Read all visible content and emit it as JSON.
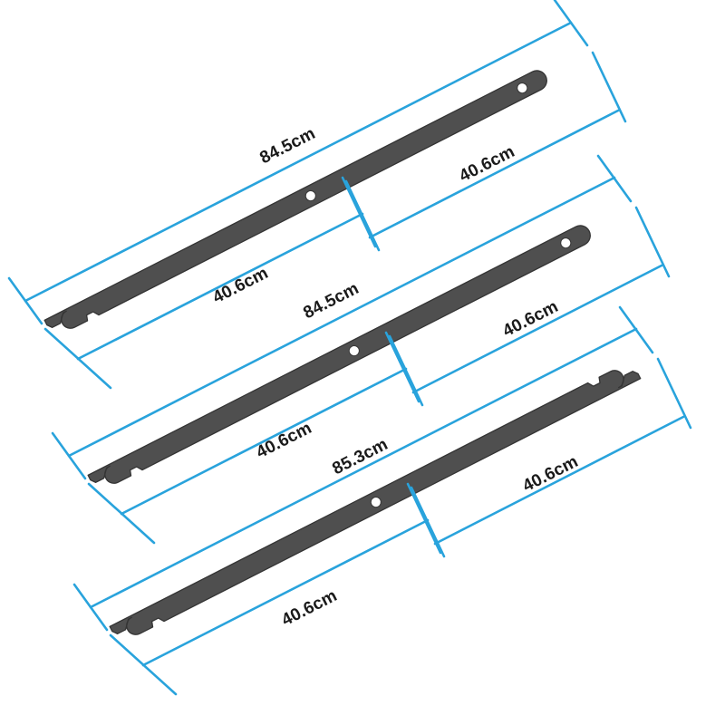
{
  "diagram": {
    "title": "Metal bar dimension diagram",
    "unit": "cm",
    "colors": {
      "dimension_line": "#29A3DC",
      "bar_fill": "#4F4F4F",
      "bar_edge": "#3A3A3A",
      "background": "#FFFFFF",
      "text": "#1A1A1A",
      "hole_fill": "#FFFFFF"
    },
    "bar_angle_degrees": -22
  },
  "bars": [
    {
      "id": "bar-1",
      "total_length_label": "84.5cm",
      "left_half_label": "40.6cm",
      "right_half_label": "40.6cm",
      "left_end_type": "notched-slot",
      "right_end_type": "rounded-with-hole",
      "center_hole": true
    },
    {
      "id": "bar-2",
      "total_length_label": "84.5cm",
      "left_half_label": "40.6cm",
      "right_half_label": "40.6cm",
      "left_end_type": "notched-slot",
      "right_end_type": "rounded-with-hole",
      "center_hole": true
    },
    {
      "id": "bar-3",
      "total_length_label": "85.3cm",
      "left_half_label": "40.6cm",
      "right_half_label": "40.6cm",
      "left_end_type": "notched-slot",
      "right_end_type": "notched-slot",
      "center_hole": true
    }
  ],
  "labels": {
    "b1_total": "84.5cm",
    "b1_left": "40.6cm",
    "b1_right": "40.6cm",
    "b2_total": "84.5cm",
    "b2_left": "40.6cm",
    "b2_right": "40.6cm",
    "b3_total": "85.3cm",
    "b3_left": "40.6cm",
    "b3_right": "40.6cm"
  }
}
